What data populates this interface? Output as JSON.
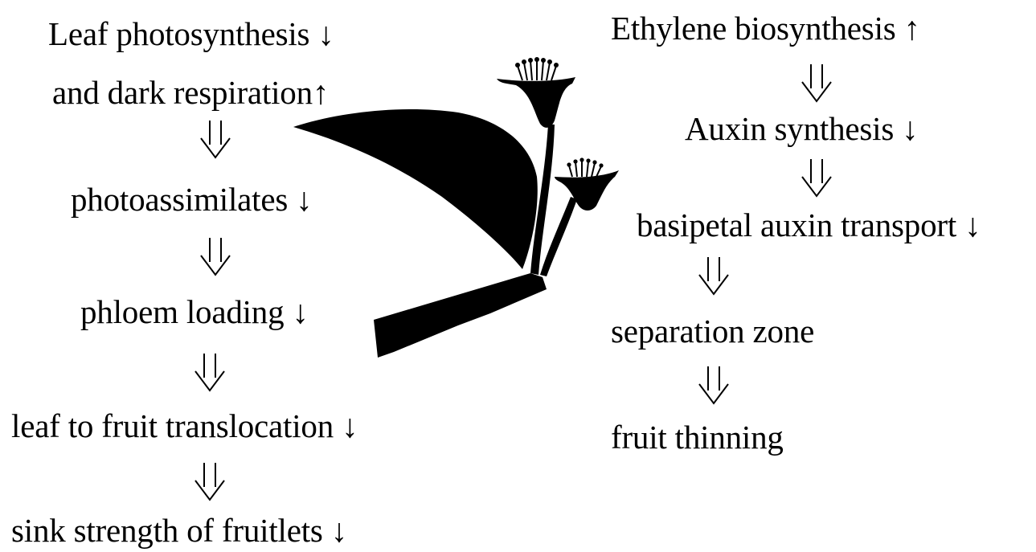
{
  "left_chain": {
    "step1_line1": "Leaf photosynthesis ↓",
    "step1_line2": "and dark respiration↑",
    "step2": "photoassimilates ↓",
    "step3": "phloem loading ↓",
    "step4": "leaf to fruit translocation ↓",
    "step5": "sink strength of fruitlets  ↓"
  },
  "right_chain": {
    "step1": "Ethylene biosynthesis ↑",
    "step2": "Auxin synthesis ↓",
    "step3": "basipetal auxin transport ↓",
    "step4": "separation zone",
    "step5": "fruit thinning"
  },
  "icons": {
    "flow_arrow": "hollow-double-down-arrow",
    "illustration": "fruit-spur-with-leaf-illustration"
  },
  "colors": {
    "ink": "#000000",
    "background": "#ffffff"
  }
}
